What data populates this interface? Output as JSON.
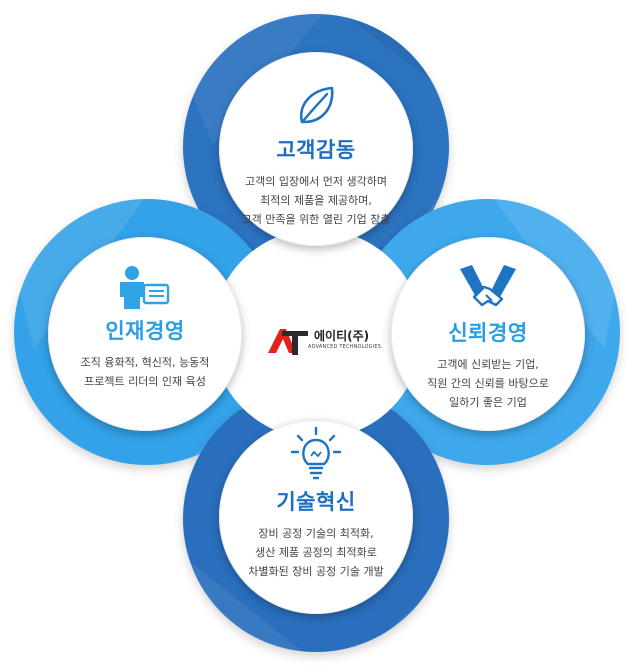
{
  "logo": {
    "name": "에이티(주)",
    "subtitle": "ADVANCED TECHNOLOGIES",
    "colors": {
      "primary": "#e2231a",
      "dark": "#2b2b2b"
    }
  },
  "colors": {
    "ring_top": "#2c73c0",
    "ring_left": "#33a2e8",
    "ring_right": "#3ea8ec",
    "ring_bottom": "#2a6fbd",
    "title_blue": "#1f6fc0",
    "title_sky": "#2a9ee2",
    "icon_blue": "#1e73c3",
    "icon_sky": "#2ea3e6"
  },
  "circles": {
    "top": {
      "icon": "leaf-icon",
      "title": "고객감동",
      "lines": [
        "고객의 입장에서 먼저 생각하며",
        "최적의 제품을 제공하며,",
        "고객 만족을 위한 열린 기업 창출"
      ]
    },
    "left": {
      "icon": "person-card-icon",
      "title": "인재경영",
      "lines": [
        "조직 융화적, 혁신적, 능동적",
        "프로젝트 리더의 인재 육성"
      ]
    },
    "right": {
      "icon": "handshake-icon",
      "title": "신뢰경영",
      "lines": [
        "고객에 신뢰받는 기업,",
        "직원 간의 신뢰를 바탕으로",
        "일하기 좋은 기업"
      ]
    },
    "bottom": {
      "icon": "lightbulb-icon",
      "title": "기술혁신",
      "lines": [
        "장비 공정 기술의 최적화,",
        "생산 제품 공정의 최적화로",
        "차별화된 장비 공정 기술 개발"
      ]
    }
  }
}
